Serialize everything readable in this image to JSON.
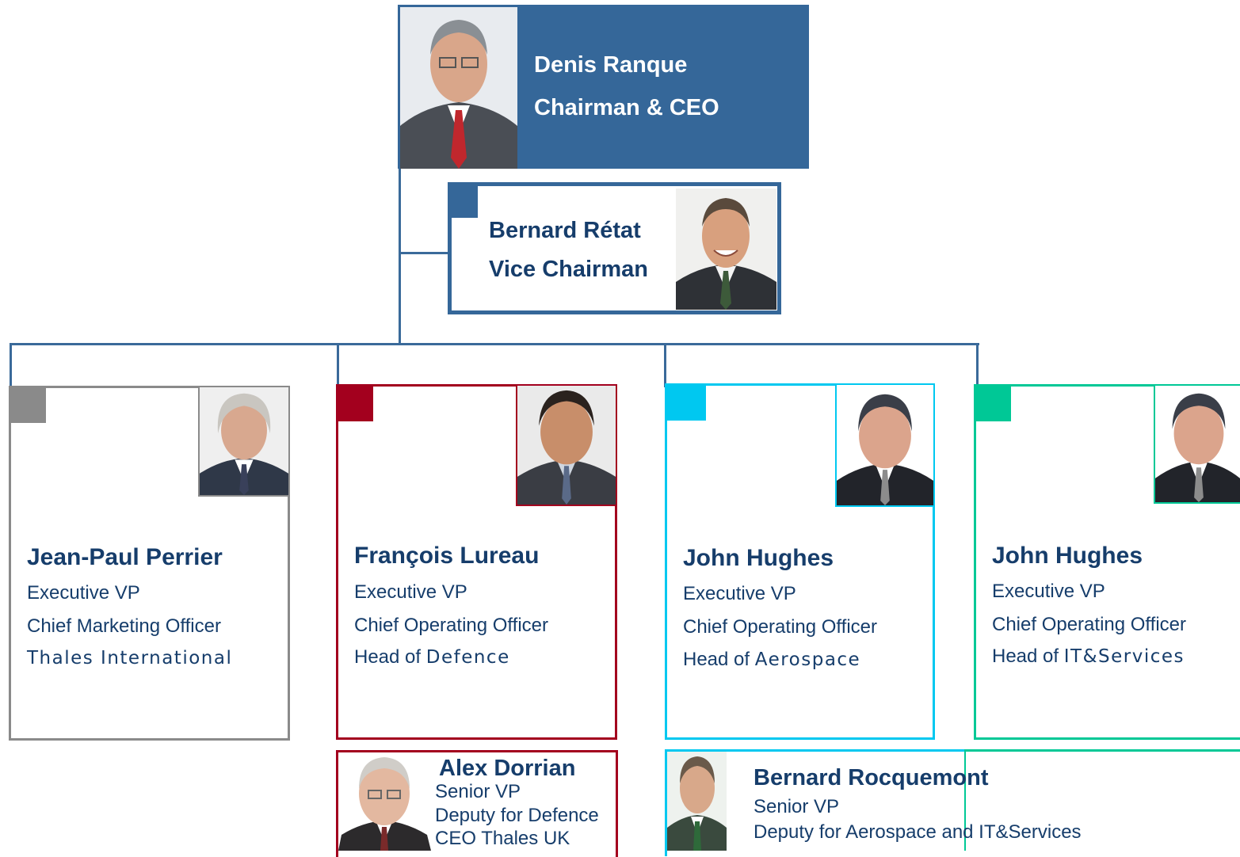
{
  "colors": {
    "connector": "#3a6a9a",
    "chairman_box": "#356799",
    "grey": "#8a8a8a",
    "defence": "#a3001e",
    "aerospace": "#00c8f0",
    "it_services": "#00c896"
  },
  "chairman": {
    "name": "Denis Ranque",
    "title": "Chairman & CEO",
    "photo": "portrait-photo"
  },
  "vice": {
    "name": "Bernard Rétat",
    "title": "Vice Chairman",
    "photo": "portrait-photo"
  },
  "executives": [
    {
      "name": "Jean-Paul Perrier",
      "line1": "Executive VP",
      "line2": "Chief Marketing Officer",
      "line3": "Thales International"
    },
    {
      "name": "François Lureau",
      "line1": "Executive VP",
      "line2": "Chief Operating Officer",
      "line3_prefix": "Head of ",
      "line3_suffix": "Defence"
    },
    {
      "name": "John Hughes",
      "line1": "Executive VP",
      "line2": "Chief Operating Officer",
      "line3_prefix": "Head of ",
      "line3_suffix": "Aerospace"
    },
    {
      "name": "John Hughes",
      "line1": "Executive VP",
      "line2": "Chief Operating Officer",
      "line3_prefix": "Head of ",
      "line3_suffix": "IT&Services"
    }
  ],
  "deputies": [
    {
      "name": "Alex Dorrian",
      "line1": "Senior VP",
      "line2": "Deputy for Defence",
      "line3": "CEO Thales UK"
    },
    {
      "name": "Bernard Rocquemont",
      "line1": "Senior VP",
      "line2": "Deputy for Aerospace and IT&Services"
    }
  ]
}
